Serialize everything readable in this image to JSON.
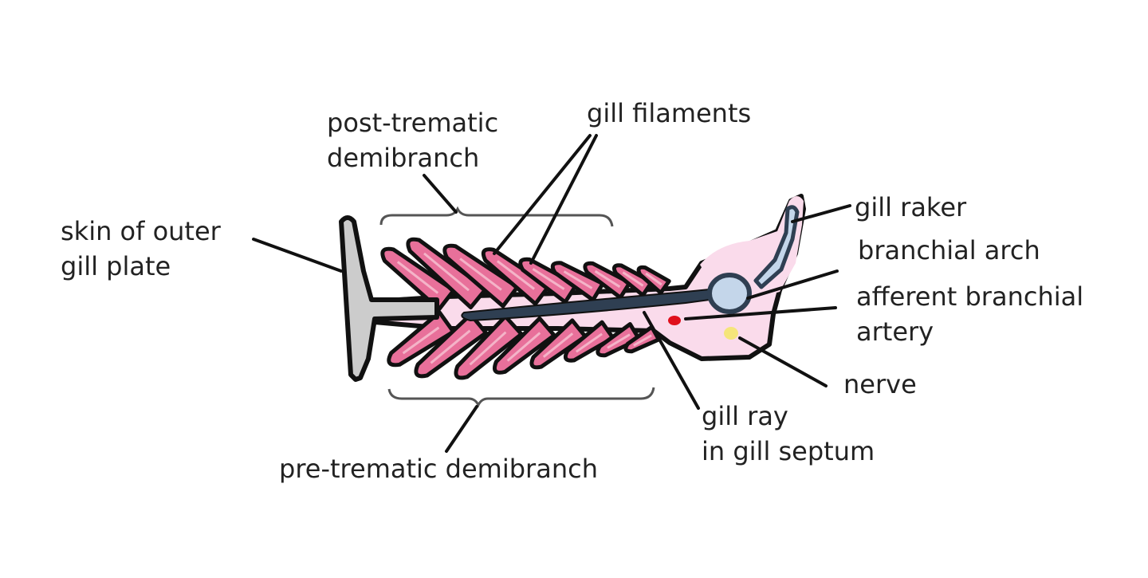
{
  "labels": {
    "skin_outer_gill_plate": [
      "skin of outer",
      "gill plate"
    ],
    "post_trematic": [
      "post-trematic",
      "demibranch"
    ],
    "gill_filaments": "gill filaments",
    "gill_raker": "gill raker",
    "branchial_arch": "branchial arch",
    "afferent_artery": [
      "afferent branchial",
      "artery"
    ],
    "nerve": "nerve",
    "gill_ray": [
      "gill ray",
      "in gill septum"
    ],
    "pre_trematic": "pre-trematic demibranch"
  },
  "colors": {
    "filament": "#e8709a",
    "filament_stripe": "#f4b4c8",
    "arch_tissue": "#fadbeb",
    "gill_plate": "#cccccc",
    "cartilage": "#c4d6ea",
    "ray": "#2f3f52",
    "artery": "#e0101c",
    "nerve": "#f5e57a",
    "outline": "#111111",
    "leader": "#111111",
    "brace": "#555555"
  }
}
